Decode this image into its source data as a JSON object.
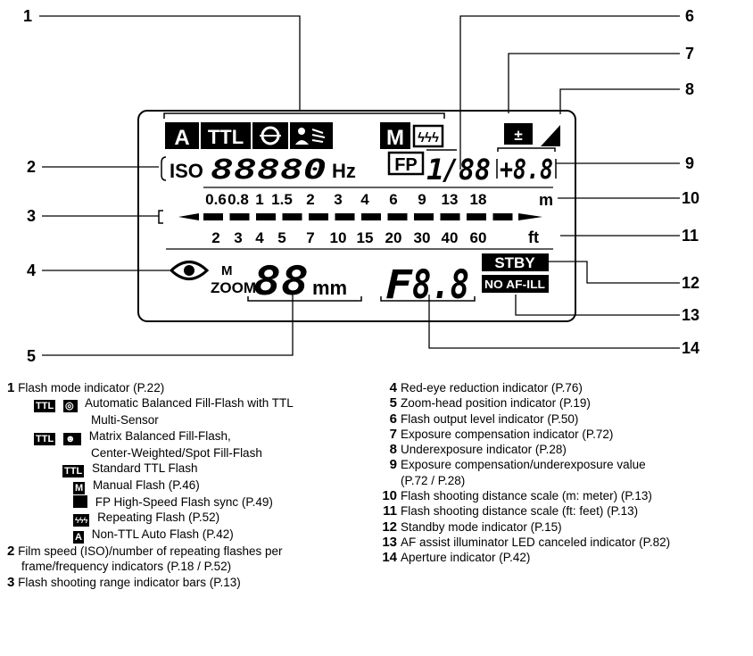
{
  "callouts": [
    "1",
    "2",
    "3",
    "4",
    "5",
    "6",
    "7",
    "8",
    "9",
    "10",
    "11",
    "12",
    "13",
    "14"
  ],
  "lcd": {
    "mode_a": "A",
    "mode_ttl": "TTL",
    "mode_m": "M",
    "repeat_glyph": "ϟϟϟ",
    "fp": "FP",
    "iso": "ISO",
    "iso_digits": "88880",
    "hz": "Hz",
    "slash_value": "/88",
    "fp_one": "1",
    "comp_value": "+8.8",
    "comp_icon": "±",
    "meter_ticks": [
      "0.6",
      "0.8",
      "1",
      "1.5",
      "2",
      "3",
      "4",
      "6",
      "9",
      "13",
      "18"
    ],
    "meter_unit": "m",
    "feet_ticks": [
      "2",
      "3",
      "4",
      "5",
      "7",
      "10",
      "15",
      "20",
      "30",
      "40",
      "60"
    ],
    "feet_unit": "ft",
    "zoom_m": "M",
    "zoom": "ZOOM",
    "zoom_digits": "88",
    "mm": "mm",
    "f_label": "F",
    "aperture_digits": "8.8",
    "stby": "STBY",
    "no_af": "NO AF-ILL"
  },
  "legend_left": {
    "item1": {
      "num": "1",
      "text": "Flash mode indicator (P.22)"
    },
    "sub": [
      {
        "icon": "ttl-sensor-icon",
        "prefix": "TTL",
        "text": "Automatic Balanced Fill-Flash with TTL"
      },
      {
        "icon": "",
        "prefix": "",
        "text": "Multi-Sensor"
      },
      {
        "icon": "ttl-matrix-icon",
        "prefix": "TTL",
        "text": "Matrix Balanced Fill-Flash,"
      },
      {
        "icon": "",
        "prefix": "",
        "text": "Center-Weighted/Spot Fill-Flash"
      },
      {
        "icon": "ttl-icon",
        "prefix": "TTL",
        "text": "Standard TTL Flash"
      },
      {
        "icon": "manual-icon",
        "prefix": "M",
        "text": "Manual Flash (P.46)"
      },
      {
        "icon": "fp-solid-icon",
        "prefix": "",
        "text": "FP High-Speed Flash sync (P.49)"
      },
      {
        "icon": "repeating-icon",
        "prefix": "ϟϟϟ",
        "text": "Repeating Flash (P.52)"
      },
      {
        "icon": "auto-icon",
        "prefix": "A",
        "text": "Non-TTL Auto Flash (P.42)"
      }
    ],
    "item2a": {
      "num": "2",
      "text": "Film speed (ISO)/number of repeating flashes per"
    },
    "item2b": "frame/frequency indicators (P.18 / P.52)",
    "item3": {
      "num": "3",
      "text": "Flash shooting range indicator bars (P.13)"
    }
  },
  "legend_right": [
    {
      "num": "4",
      "text": "Red-eye reduction indicator (P.76)"
    },
    {
      "num": "5",
      "text": "Zoom-head position indicator (P.19)"
    },
    {
      "num": "6",
      "text": "Flash output level indicator (P.50)"
    },
    {
      "num": "7",
      "text": "Exposure compensation indicator (P.72)"
    },
    {
      "num": "8",
      "text": "Underexposure indicator (P.28)"
    },
    {
      "num": "9",
      "text": "Exposure compensation/underexposure value"
    },
    {
      "num": "",
      "text": "(P.72 / P.28)"
    },
    {
      "num": "10",
      "text": "Flash shooting distance scale (m: meter) (P.13)"
    },
    {
      "num": "11",
      "text": "Flash shooting distance scale (ft: feet) (P.13)"
    },
    {
      "num": "12",
      "text": "Standby mode indicator (P.15)"
    },
    {
      "num": "13",
      "text": "AF assist illuminator LED canceled indicator (P.82)"
    },
    {
      "num": "14",
      "text": "Aperture indicator (P.42)"
    }
  ]
}
